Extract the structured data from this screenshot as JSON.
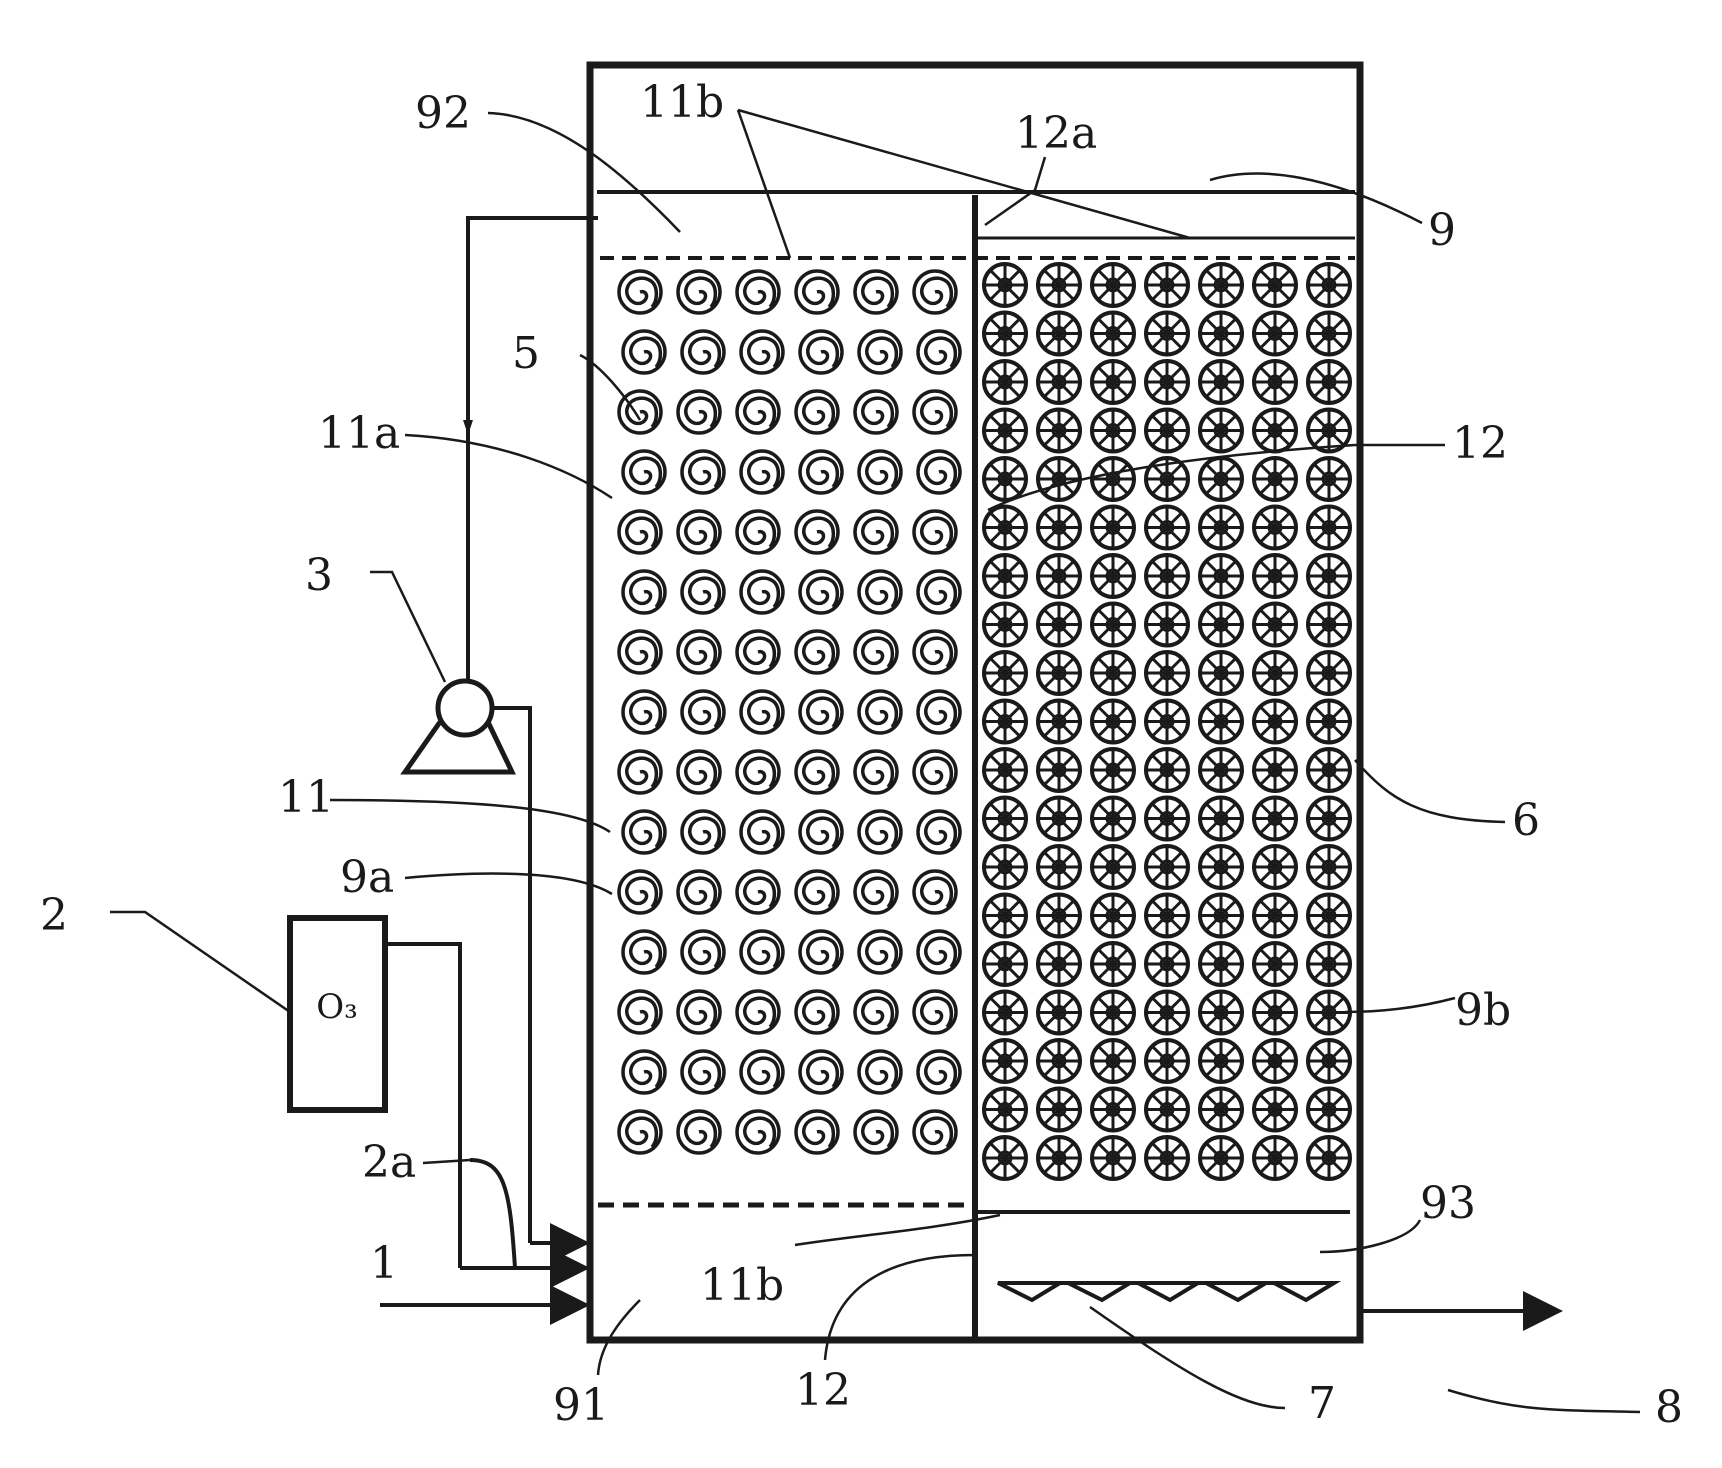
{
  "labels": {
    "l92": "92",
    "l11b_top": "11b",
    "l12a": "12a",
    "l9": "9",
    "l5": "5",
    "l11a": "11a",
    "l12_right": "12",
    "l3": "3",
    "l11": "11",
    "l9a": "9a",
    "l6": "6",
    "l2": "2",
    "l9b": "9b",
    "l2a": "2a",
    "l93": "93",
    "l1": "1",
    "l11b_bottom": "11b",
    "l91": "91",
    "l12_bottom": "12",
    "l7": "7",
    "l8": "8"
  },
  "ozone_box_text": "O₃"
}
